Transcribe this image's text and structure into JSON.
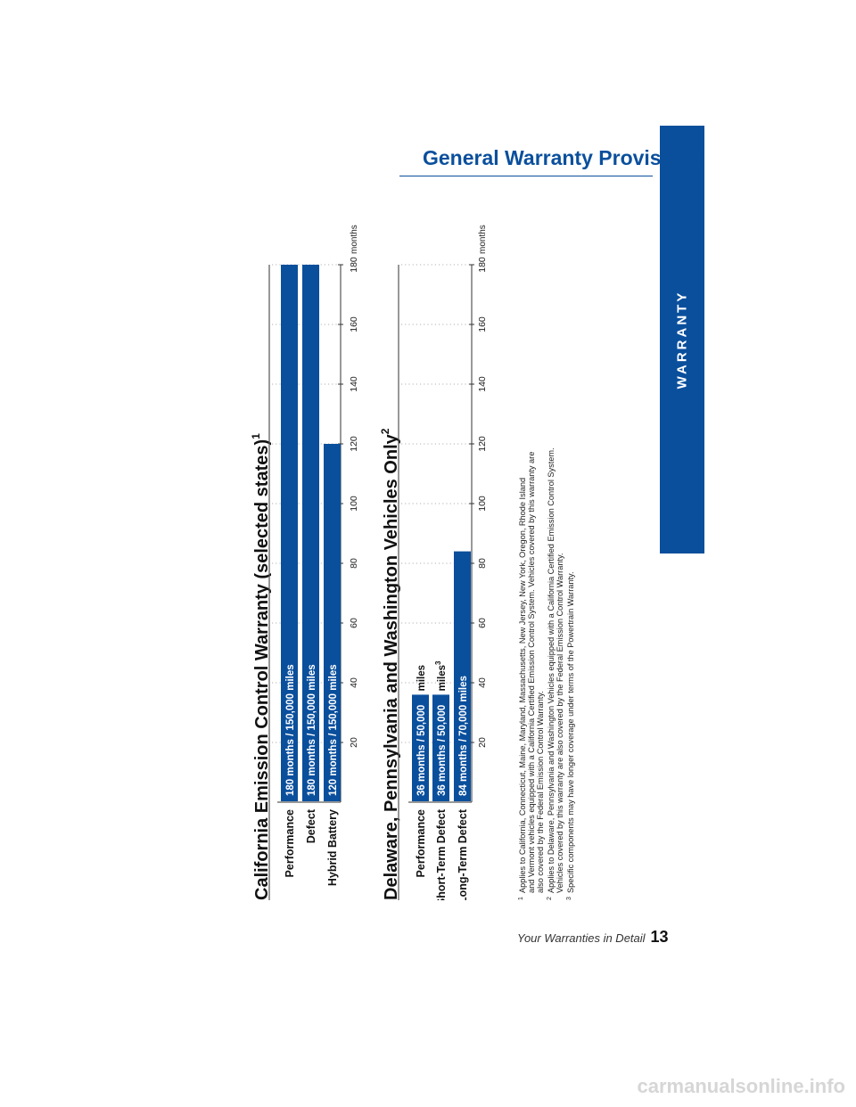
{
  "header": {
    "title": "General Warranty Provisions",
    "tab_label": "WARRANTY",
    "accent_color": "#0a4f9c"
  },
  "footer": {
    "text": "Your Warranties in Detail",
    "page_number": "13"
  },
  "watermark": "carmanualsonline.info",
  "chart_data": [
    {
      "type": "bar",
      "orientation": "horizontal",
      "title": "California Emission Control Warranty (selected states)",
      "title_sup": "1",
      "categories": [
        "Performance",
        "Defect",
        "Hybrid Battery"
      ],
      "values": [
        180,
        180,
        120
      ],
      "bar_labels": [
        "180 months / 150,000 miles",
        "180 months / 150,000 miles",
        "120 months / 150,000 miles"
      ],
      "bar_label_suffix": [
        "",
        "",
        ""
      ],
      "bar_label_sup": [
        "",
        "",
        ""
      ],
      "xticks": [
        20,
        40,
        60,
        80,
        100,
        120,
        140,
        160,
        180
      ],
      "xlabel": "months",
      "xlim": [
        0,
        180
      ],
      "grid": true,
      "bar_color": "#0a4f9c"
    },
    {
      "type": "bar",
      "orientation": "horizontal",
      "title": "Delaware, Pennsylvania and Washington Vehicles Only",
      "title_sup": "2",
      "categories": [
        "Performance",
        "Short-Term Defect",
        "Long-Term Defect"
      ],
      "values": [
        36,
        36,
        84
      ],
      "bar_labels": [
        "36 months / 50,000",
        "36 months / 50,000",
        "84 months / 70,000 miles"
      ],
      "bar_label_suffix": [
        "miles",
        "miles",
        ""
      ],
      "bar_label_sup": [
        "",
        "3",
        ""
      ],
      "xticks": [
        20,
        40,
        60,
        80,
        100,
        120,
        140,
        160,
        180
      ],
      "xlabel": "months",
      "xlim": [
        0,
        180
      ],
      "grid": true,
      "bar_color": "#0a4f9c"
    }
  ],
  "footnotes": [
    {
      "num": "1",
      "lines": [
        "Applies to California, Connecticut, Maine, Maryland, Massachusetts, New Jersey, New York, Oregon, Rhode Island",
        "and Vermont vehicles equipped with a California Certified Emission Control System. Vehicles covered by this warranty are",
        "also covered by the Federal Emission Control Warranty."
      ]
    },
    {
      "num": "2",
      "lines": [
        "Applies to Delaware, Pennsylvania and Washington Vehicles equipped with a California Certified Emission Control System.",
        "Vehicles covered by this warranty are also covered by the Federal Emission Control Warranty."
      ]
    },
    {
      "num": "3",
      "lines": [
        "Specific components may have longer coverage under terms of the Powertrain Warranty."
      ]
    }
  ]
}
